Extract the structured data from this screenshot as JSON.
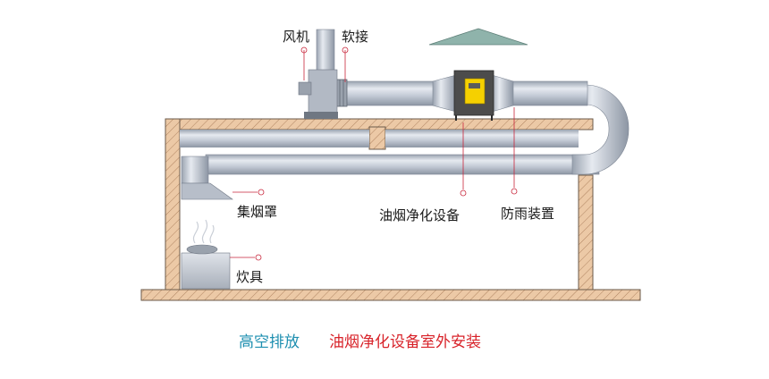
{
  "labels": {
    "fan": "风机",
    "soft_joint": "软接",
    "hood": "集烟罩",
    "stove": "炊具",
    "purifier": "油烟净化设备",
    "rain_cover": "防雨装置"
  },
  "caption": {
    "part1": "高空排放",
    "part2": "油烟净化设备室外安装",
    "part1_color": "#1e8fb0",
    "part2_color": "#d8232a"
  },
  "colors": {
    "duct": "#c4cbd6",
    "wall_fill": "#e9c7a4",
    "wall_stroke": "#6b5a4a",
    "purifier_body": "#4c4c4c",
    "purifier_panel": "#f5d000",
    "leader": "#c8253a",
    "rain_cover": "#8fb3ab"
  }
}
